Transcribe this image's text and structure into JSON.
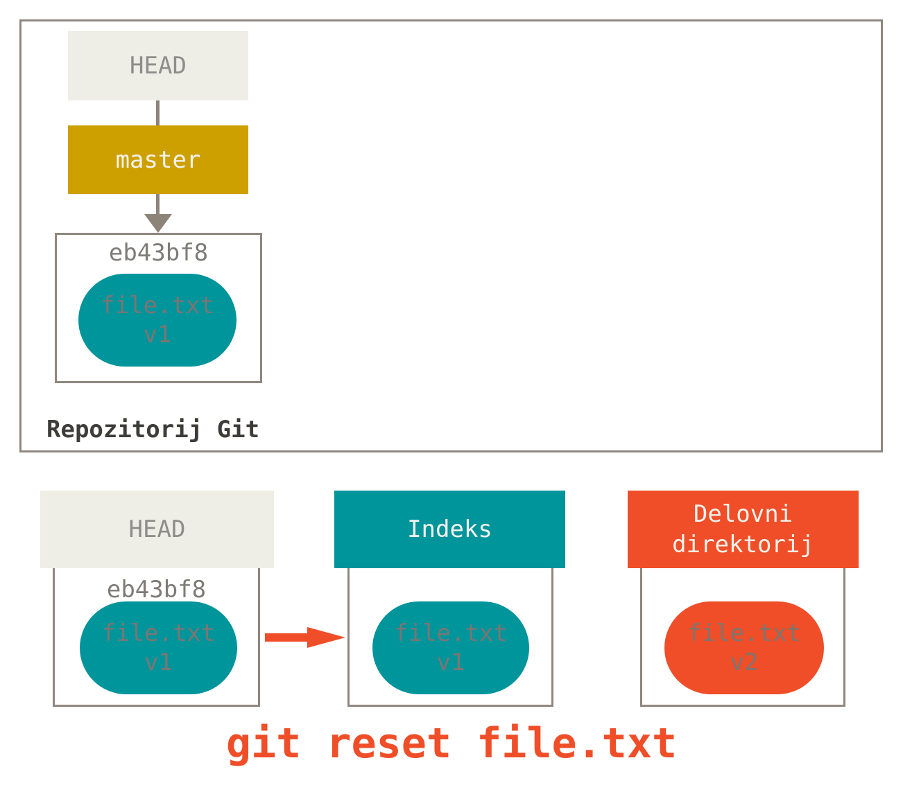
{
  "colors": {
    "teal": "#00949B",
    "orange_red": "#EF4E28",
    "gold": "#CDA000",
    "beige": "#EEEEE6",
    "border_gray": "#8F877E",
    "arrow_gray": "#8C8379",
    "label_gray": "#8F8D8B",
    "commit_id_gray": "#7E7B78",
    "blob_text_gray": "#7B7672",
    "dark_text": "#3E3C39",
    "off_white": "#F3F2EC"
  },
  "repository": {
    "label": "Repozitorij Git",
    "head": {
      "label": "HEAD"
    },
    "branch": {
      "label": "master"
    },
    "commit": {
      "id": "eb43bf8",
      "file_name": "file.txt",
      "file_version": "v1"
    }
  },
  "snapshot_row": {
    "head_column": {
      "header": "HEAD",
      "commit_id": "eb43bf8",
      "file_name": "file.txt",
      "file_version": "v1"
    },
    "index_column": {
      "header": "Indeks",
      "file_name": "file.txt",
      "file_version": "v1"
    },
    "workdir_column": {
      "header": "Delovni direktorij",
      "file_name": "file.txt",
      "file_version": "v2"
    }
  },
  "caption": "git reset file.txt"
}
